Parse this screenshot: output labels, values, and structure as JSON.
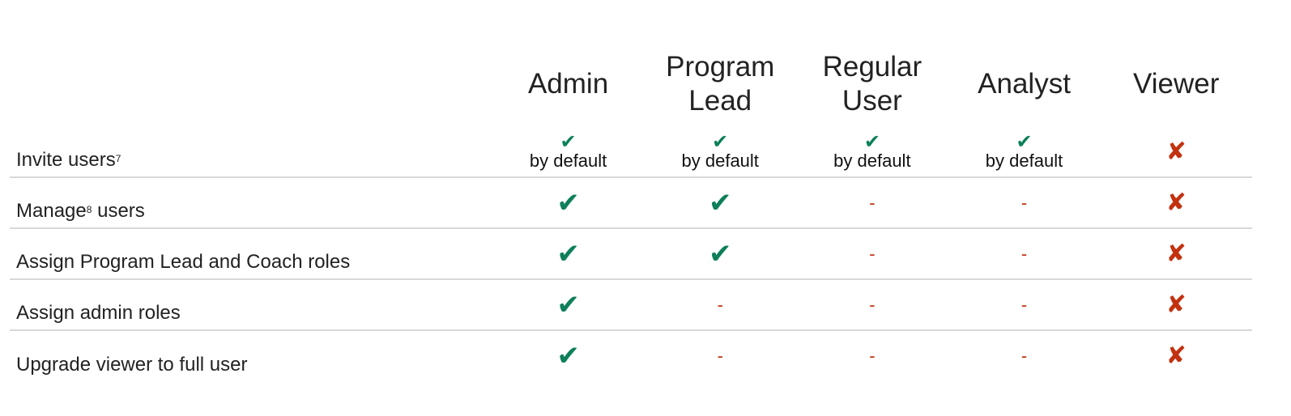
{
  "columns": [
    "Admin",
    "Program\nLead",
    "Regular\nUser",
    "Analyst",
    "Viewer"
  ],
  "rows": [
    {
      "feature": "Invite users",
      "footnote": "7",
      "cells": [
        {
          "type": "check-note",
          "note": "by default"
        },
        {
          "type": "check-note",
          "note": "by default"
        },
        {
          "type": "check-note",
          "note": "by default"
        },
        {
          "type": "check-note",
          "note": "by default"
        },
        {
          "type": "cross"
        }
      ]
    },
    {
      "feature_before": "Manage",
      "footnote": "8",
      "feature_after": " users",
      "cells": [
        {
          "type": "check"
        },
        {
          "type": "check"
        },
        {
          "type": "dash"
        },
        {
          "type": "dash"
        },
        {
          "type": "cross"
        }
      ]
    },
    {
      "feature": "Assign Program Lead and Coach roles",
      "cells": [
        {
          "type": "check"
        },
        {
          "type": "check"
        },
        {
          "type": "dash"
        },
        {
          "type": "dash"
        },
        {
          "type": "cross"
        }
      ]
    },
    {
      "feature": "Assign admin roles",
      "cells": [
        {
          "type": "check"
        },
        {
          "type": "dash"
        },
        {
          "type": "dash"
        },
        {
          "type": "dash"
        },
        {
          "type": "cross"
        }
      ]
    },
    {
      "feature": "Upgrade viewer to full user",
      "cells": [
        {
          "type": "check"
        },
        {
          "type": "dash"
        },
        {
          "type": "dash"
        },
        {
          "type": "dash"
        },
        {
          "type": "cross"
        }
      ]
    }
  ],
  "symbols": {
    "check": "✔",
    "cross": "✘",
    "dash": "-"
  },
  "colors": {
    "check": "#0d7f5a",
    "cross": "#c2320f",
    "rule": "#d8d8d8",
    "text": "#222222"
  }
}
